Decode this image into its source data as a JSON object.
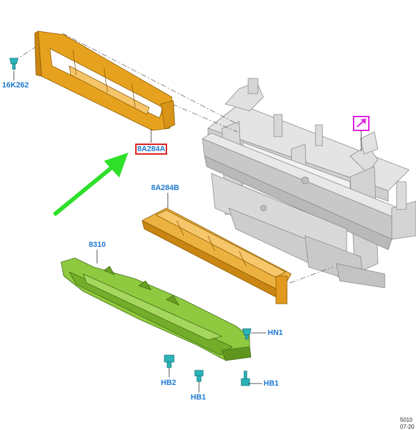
{
  "callouts": {
    "clip_top": "16K262",
    "upper_grille_support": "8A284A",
    "lower_grille_support": "8A284B",
    "deflector": "8310",
    "hn1": "HN1",
    "hb2": "HB2",
    "hb1_left": "HB1",
    "hb1_right": "HB1"
  },
  "footer": {
    "code": "5010",
    "date": "07-20"
  },
  "colors": {
    "upper_part": "#e6a21e",
    "lower_bar": "#e8a829",
    "deflector_part": "#8fc93f",
    "carrier": "#dcdcdc",
    "fastener": "#2ab4b9",
    "callout_text": "#1e78d2",
    "highlight_box": "#e01b1b",
    "arrow": "#2fe02a",
    "corner_marker": "#e020e0"
  },
  "icons": {
    "pointer_arrow": "green-arrow-icon",
    "view_marker": "view-arrow-icon"
  }
}
